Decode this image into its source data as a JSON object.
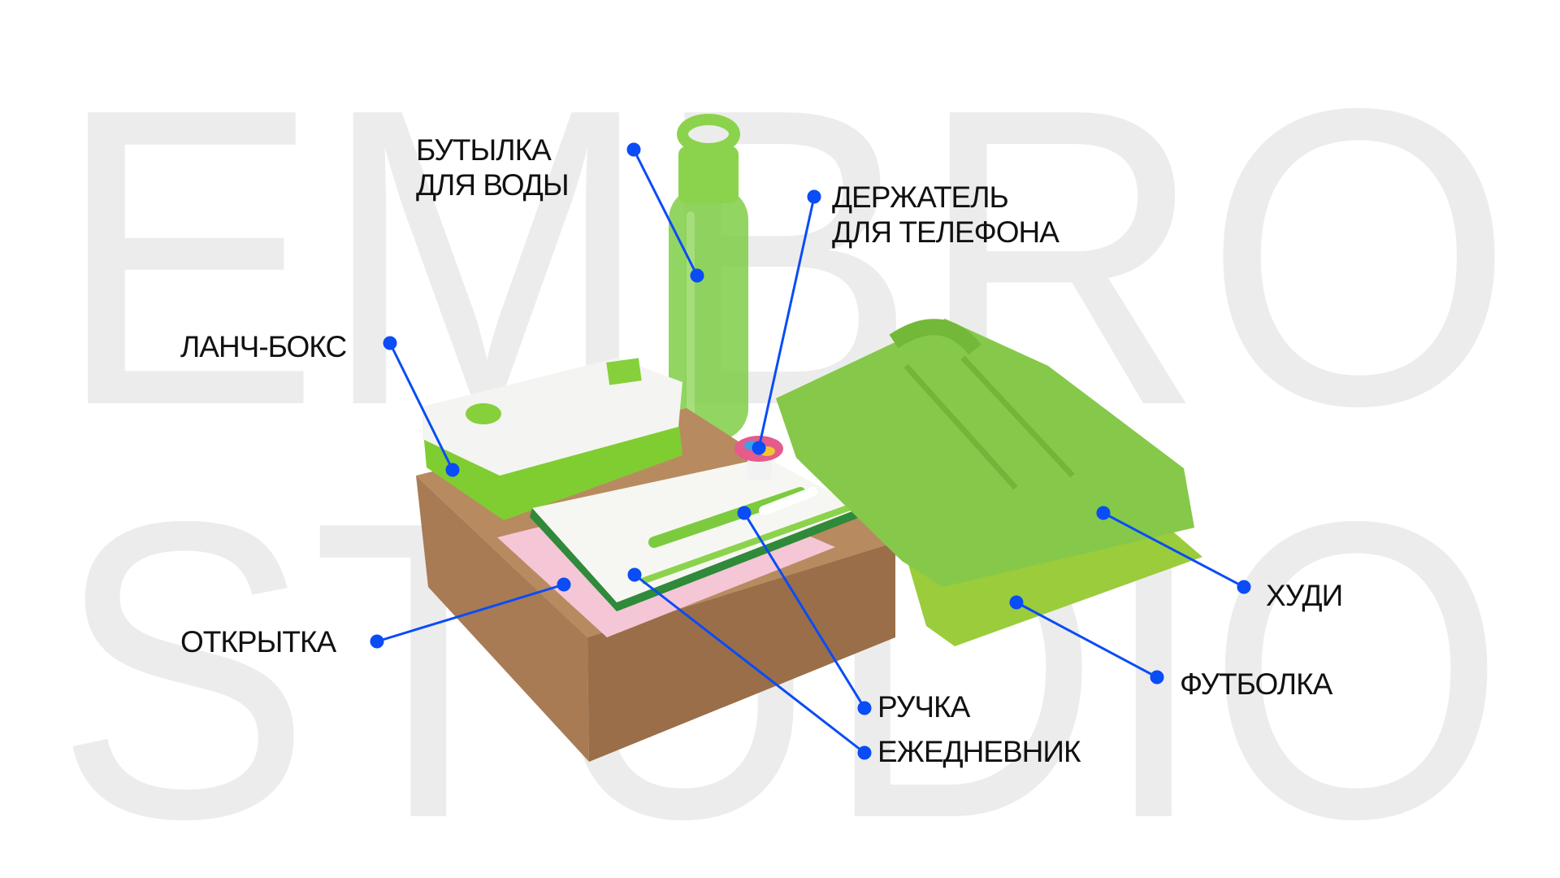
{
  "watermark": {
    "line1": "EMBRO",
    "line2": "STUDIO"
  },
  "colors": {
    "accent": "#0a4cf5",
    "watermark": "#ececec",
    "product_green": "#7ccb3e",
    "cardboard": "#a87b55"
  },
  "labels": {
    "bottle": {
      "line1": "БУТЫЛКА",
      "line2": "ДЛЯ ВОДЫ"
    },
    "phone_holder": {
      "line1": "ДЕРЖАТЕЛЬ",
      "line2": "ДЛЯ ТЕЛЕФОНА"
    },
    "lunchbox": "ЛАНЧ-БОКС",
    "postcard": "ОТКРЫТКА",
    "pen": "РУЧКА",
    "planner": "ЕЖЕДНЕВНИК",
    "hoodie": "ХУДИ",
    "tshirt": "ФУТБОЛКА"
  }
}
